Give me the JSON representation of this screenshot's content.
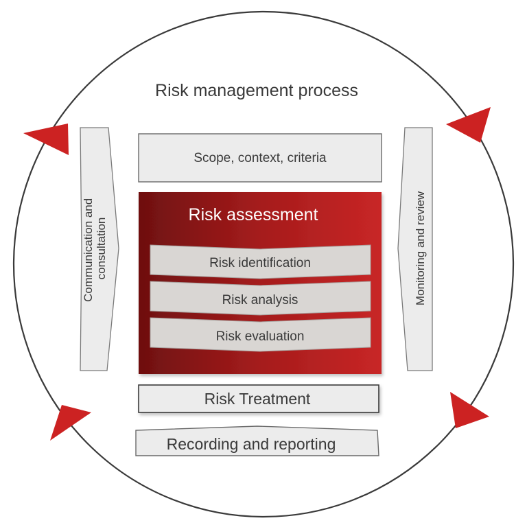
{
  "title": "Risk management process",
  "left_bar_label_lines": [
    "Communication and",
    "consultation"
  ],
  "right_bar_label": "Monitoring and review",
  "scope_box": "Scope, context, criteria",
  "assessment": {
    "title": "Risk assessment",
    "steps": [
      "Risk identification",
      "Risk analysis",
      "Risk evaluation"
    ]
  },
  "treatment": "Risk Treatment",
  "recording": "Recording and reporting",
  "colors": {
    "accent_red": "#cc2222",
    "assessment_dark": "#7a1212",
    "assessment_light": "#c62828",
    "box_fill": "#ececec",
    "box_stroke": "#7a7a7a",
    "text": "#3a3a3a"
  }
}
